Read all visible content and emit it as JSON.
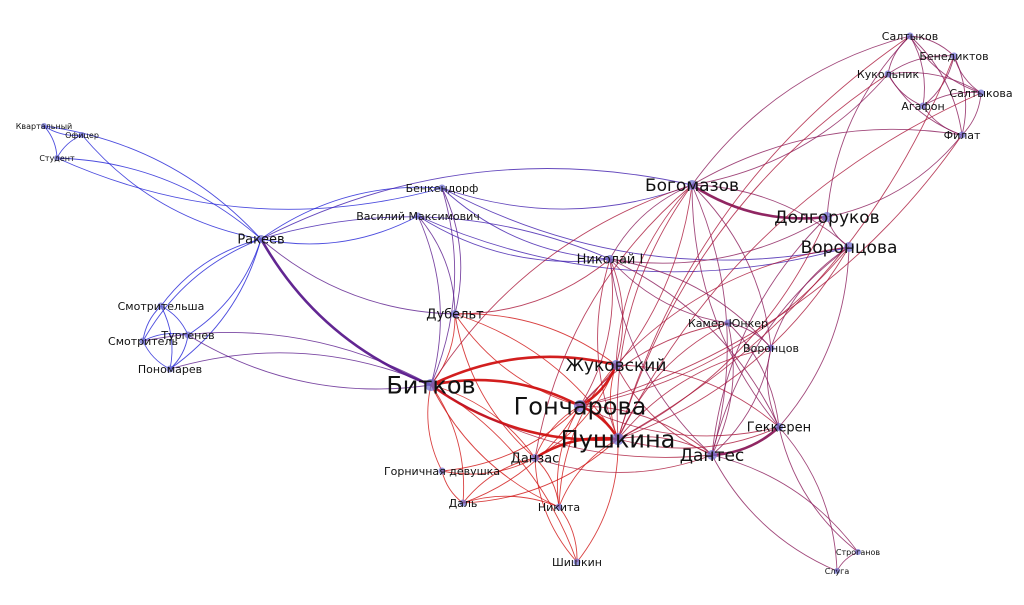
{
  "palette": {
    "blue": "#1f1fd6",
    "purple": "#5a1a8c",
    "magenta": "#8a1a5a",
    "red": "#d01212",
    "node": "#7070d0"
  },
  "nodes": [
    {
      "id": "kvartalny",
      "label": "Квартальный",
      "tier": 0
    },
    {
      "id": "oficer",
      "label": "Офицер",
      "tier": 0
    },
    {
      "id": "student",
      "label": "Студент",
      "tier": 0
    },
    {
      "id": "rakeev",
      "label": "Ракеев",
      "tier": 2
    },
    {
      "id": "benkendorf",
      "label": "Бенкендорф",
      "tier": 1
    },
    {
      "id": "vasily",
      "label": "Василий Максимович",
      "tier": 1
    },
    {
      "id": "smotritelsha",
      "label": "Смотрительша",
      "tier": 1
    },
    {
      "id": "turgenev",
      "label": "Тургенев",
      "tier": 1
    },
    {
      "id": "smotritel",
      "label": "Смотритель",
      "tier": 1
    },
    {
      "id": "ponomarev",
      "label": "Пономарев",
      "tier": 1
    },
    {
      "id": "bitkov",
      "label": "Битков",
      "tier": 4
    },
    {
      "id": "dubelt",
      "label": "Дубельт",
      "tier": 2
    },
    {
      "id": "nikolai",
      "label": "Николай I",
      "tier": 2
    },
    {
      "id": "bogomazov",
      "label": "Богомазов",
      "tier": 3
    },
    {
      "id": "dolgorukov",
      "label": "Долгоруков",
      "tier": 3
    },
    {
      "id": "vorontsova",
      "label": "Воронцова",
      "tier": 3
    },
    {
      "id": "saltykov",
      "label": "Салтыков",
      "tier": 1
    },
    {
      "id": "benediktov",
      "label": "Бенедиктов",
      "tier": 1
    },
    {
      "id": "kukolnik",
      "label": "Кукольник",
      "tier": 1
    },
    {
      "id": "agafon",
      "label": "Агафон",
      "tier": 1
    },
    {
      "id": "saltykova",
      "label": "Салтыкова",
      "tier": 1
    },
    {
      "id": "filat",
      "label": "Филат",
      "tier": 1
    },
    {
      "id": "kamerjunker",
      "label": "Камер-Юнкер",
      "tier": 1
    },
    {
      "id": "vorontsov",
      "label": "Воронцов",
      "tier": 1
    },
    {
      "id": "zhukovsky",
      "label": "Жуковский",
      "tier": 3
    },
    {
      "id": "goncharova",
      "label": "Гончарова",
      "tier": 4
    },
    {
      "id": "pushkina",
      "label": "Пушкина",
      "tier": 4
    },
    {
      "id": "dantes",
      "label": "Дантес",
      "tier": 3
    },
    {
      "id": "gekkeren",
      "label": "Геккерен",
      "tier": 2
    },
    {
      "id": "danzas",
      "label": "Данзас",
      "tier": 2
    },
    {
      "id": "gornichnaya",
      "label": "Горничная девушка",
      "tier": 1
    },
    {
      "id": "dal",
      "label": "Даль",
      "tier": 1
    },
    {
      "id": "nikita",
      "label": "Никита",
      "tier": 1
    },
    {
      "id": "shishkin",
      "label": "Шишкин",
      "tier": 1
    },
    {
      "id": "stroganov",
      "label": "Строганов",
      "tier": 0
    },
    {
      "id": "sluga",
      "label": "Слуга",
      "tier": 0
    }
  ],
  "edges": [
    [
      "kvartalny",
      "oficer"
    ],
    [
      "kvartalny",
      "student"
    ],
    [
      "oficer",
      "student"
    ],
    [
      "kvartalny",
      "rakeev"
    ],
    [
      "oficer",
      "rakeev"
    ],
    [
      "student",
      "rakeev"
    ],
    [
      "student",
      "benkendorf"
    ],
    [
      "rakeev",
      "benkendorf"
    ],
    [
      "rakeev",
      "vasily"
    ],
    [
      "rakeev",
      "nikolai"
    ],
    [
      "rakeev",
      "dubelt"
    ],
    [
      "rakeev",
      "bogomazov"
    ],
    [
      "rakeev",
      "smotritelsha"
    ],
    [
      "rakeev",
      "turgenev"
    ],
    [
      "rakeev",
      "smotritel"
    ],
    [
      "rakeev",
      "ponomarev"
    ],
    [
      "rakeev",
      "bitkov"
    ],
    [
      "smotritelsha",
      "turgenev"
    ],
    [
      "smotritelsha",
      "smotritel"
    ],
    [
      "smotritelsha",
      "ponomarev"
    ],
    [
      "turgenev",
      "smotritel"
    ],
    [
      "turgenev",
      "ponomarev"
    ],
    [
      "smotritel",
      "ponomarev"
    ],
    [
      "ponomarev",
      "bitkov"
    ],
    [
      "turgenev",
      "bitkov"
    ],
    [
      "smotritel",
      "bitkov"
    ],
    [
      "benkendorf",
      "nikolai"
    ],
    [
      "benkendorf",
      "dubelt"
    ],
    [
      "benkendorf",
      "vorontsova"
    ],
    [
      "benkendorf",
      "bitkov"
    ],
    [
      "benkendorf",
      "bogomazov"
    ],
    [
      "vasily",
      "dubelt"
    ],
    [
      "vasily",
      "nikolai"
    ],
    [
      "vasily",
      "bitkov"
    ],
    [
      "vasily",
      "vorontsova"
    ],
    [
      "bitkov",
      "goncharova"
    ],
    [
      "bitkov",
      "pushkina"
    ],
    [
      "bitkov",
      "zhukovsky"
    ],
    [
      "bitkov",
      "dubelt"
    ],
    [
      "bitkov",
      "danzas"
    ],
    [
      "bitkov",
      "gornichnaya"
    ],
    [
      "bitkov",
      "dal"
    ],
    [
      "bitkov",
      "nikita"
    ],
    [
      "bitkov",
      "shishkin"
    ],
    [
      "bitkov",
      "dantes"
    ],
    [
      "bitkov",
      "bogomazov"
    ],
    [
      "dubelt",
      "goncharova"
    ],
    [
      "dubelt",
      "pushkina"
    ],
    [
      "dubelt",
      "nikolai"
    ],
    [
      "dubelt",
      "zhukovsky"
    ],
    [
      "dubelt",
      "danzas"
    ],
    [
      "nikolai",
      "bogomazov"
    ],
    [
      "nikolai",
      "pushkina"
    ],
    [
      "nikolai",
      "goncharova"
    ],
    [
      "nikolai",
      "dantes"
    ],
    [
      "nikolai",
      "gekkeren"
    ],
    [
      "nikolai",
      "kamerjunker"
    ],
    [
      "nikolai",
      "vorontsov"
    ],
    [
      "nikolai",
      "dolgorukov"
    ],
    [
      "nikolai",
      "zhukovsky"
    ],
    [
      "bogomazov",
      "dolgorukov"
    ],
    [
      "bogomazov",
      "vorontsova"
    ],
    [
      "bogomazov",
      "pushkina"
    ],
    [
      "bogomazov",
      "goncharova"
    ],
    [
      "bogomazov",
      "zhukovsky"
    ],
    [
      "bogomazov",
      "dantes"
    ],
    [
      "bogomazov",
      "gekkeren"
    ],
    [
      "bogomazov",
      "saltykov"
    ],
    [
      "bogomazov",
      "kukolnik"
    ],
    [
      "bogomazov",
      "filat"
    ],
    [
      "bogomazov",
      "danzas"
    ],
    [
      "bogomazov",
      "vorontsov"
    ],
    [
      "dolgorukov",
      "vorontsova"
    ],
    [
      "dolgorukov",
      "saltykov"
    ],
    [
      "dolgorukov",
      "filat"
    ],
    [
      "dolgorukov",
      "pushkina"
    ],
    [
      "dolgorukov",
      "dantes"
    ],
    [
      "vorontsova",
      "pushkina"
    ],
    [
      "vorontsova",
      "dantes"
    ],
    [
      "vorontsova",
      "gekkeren"
    ],
    [
      "vorontsova",
      "vorontsov"
    ],
    [
      "vorontsova",
      "goncharova"
    ],
    [
      "vorontsova",
      "zhukovsky"
    ],
    [
      "saltykov",
      "benediktov"
    ],
    [
      "saltykov",
      "kukolnik"
    ],
    [
      "saltykov",
      "agafon"
    ],
    [
      "saltykov",
      "saltykova"
    ],
    [
      "saltykov",
      "filat"
    ],
    [
      "benediktov",
      "kukolnik"
    ],
    [
      "benediktov",
      "agafon"
    ],
    [
      "benediktov",
      "saltykova"
    ],
    [
      "benediktov",
      "filat"
    ],
    [
      "kukolnik",
      "agafon"
    ],
    [
      "kukolnik",
      "saltykova"
    ],
    [
      "kukolnik",
      "filat"
    ],
    [
      "agafon",
      "saltykova"
    ],
    [
      "agafon",
      "filat"
    ],
    [
      "saltykova",
      "filat"
    ],
    [
      "saltykov",
      "pushkina"
    ],
    [
      "benediktov",
      "pushkina"
    ],
    [
      "kukolnik",
      "pushkina"
    ],
    [
      "filat",
      "goncharova"
    ],
    [
      "saltykova",
      "pushkina"
    ],
    [
      "kamerjunker",
      "vorontsov"
    ],
    [
      "kamerjunker",
      "pushkina"
    ],
    [
      "kamerjunker",
      "dantes"
    ],
    [
      "kamerjunker",
      "goncharova"
    ],
    [
      "kamerjunker",
      "gekkeren"
    ],
    [
      "vorontsov",
      "pushkina"
    ],
    [
      "vorontsov",
      "dantes"
    ],
    [
      "vorontsov",
      "gekkeren"
    ],
    [
      "zhukovsky",
      "goncharova"
    ],
    [
      "zhukovsky",
      "pushkina"
    ],
    [
      "zhukovsky",
      "danzas"
    ],
    [
      "zhukovsky",
      "dantes"
    ],
    [
      "zhukovsky",
      "gekkeren"
    ],
    [
      "zhukovsky",
      "nikita"
    ],
    [
      "goncharova",
      "pushkina"
    ],
    [
      "goncharova",
      "danzas"
    ],
    [
      "goncharova",
      "dantes"
    ],
    [
      "goncharova",
      "nikita"
    ],
    [
      "goncharova",
      "dal"
    ],
    [
      "goncharova",
      "gekkeren"
    ],
    [
      "goncharova",
      "gornichnaya"
    ],
    [
      "pushkina",
      "danzas"
    ],
    [
      "pushkina",
      "dantes"
    ],
    [
      "pushkina",
      "nikita"
    ],
    [
      "pushkina",
      "shishkin"
    ],
    [
      "pushkina",
      "gekkeren"
    ],
    [
      "pushkina",
      "dal"
    ],
    [
      "dantes",
      "gekkeren"
    ],
    [
      "dantes",
      "stroganov"
    ],
    [
      "dantes",
      "sluga"
    ],
    [
      "dantes",
      "danzas"
    ],
    [
      "gekkeren",
      "stroganov"
    ],
    [
      "gekkeren",
      "sluga"
    ],
    [
      "stroganov",
      "sluga"
    ],
    [
      "danzas",
      "nikita"
    ],
    [
      "danzas",
      "dal"
    ],
    [
      "danzas",
      "gornichnaya"
    ],
    [
      "danzas",
      "shishkin"
    ],
    [
      "nikita",
      "shishkin"
    ],
    [
      "nikita",
      "dal"
    ],
    [
      "dal",
      "gornichnaya"
    ]
  ],
  "heavy_edges": [
    [
      "bitkov",
      "goncharova"
    ],
    [
      "bitkov",
      "pushkina"
    ],
    [
      "goncharova",
      "pushkina"
    ],
    [
      "zhukovsky",
      "goncharova"
    ],
    [
      "bogomazov",
      "dolgorukov"
    ],
    [
      "dantes",
      "gekkeren"
    ],
    [
      "rakeev",
      "bitkov"
    ],
    [
      "pushkina",
      "danzas"
    ],
    [
      "bitkov",
      "zhukovsky"
    ]
  ]
}
